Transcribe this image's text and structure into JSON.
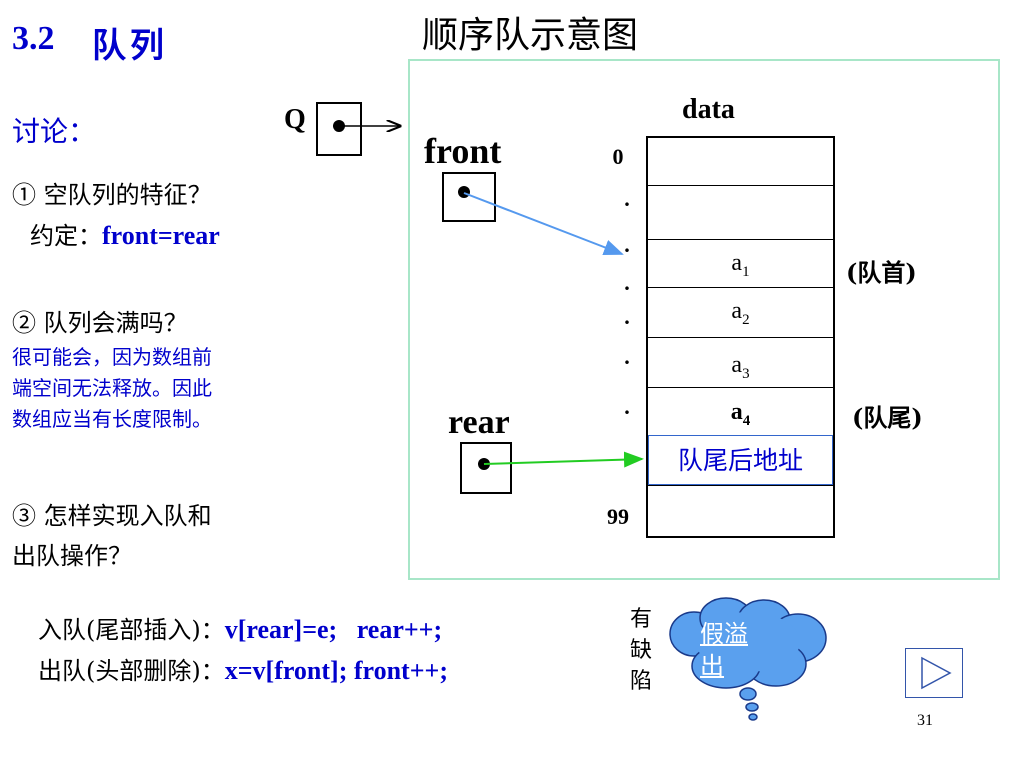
{
  "slide": {
    "section_number": "3.2",
    "section_title": "队列",
    "diagram_title": "顺序队示意图",
    "page_number": "31"
  },
  "discussion": {
    "heading": "讨论：",
    "q1": "① 空队列的特征？",
    "q1_convention_label": "约定：",
    "q1_convention_value": "front=rear",
    "q2": "② 队列会满吗？",
    "q2_answer_line1": "很可能会，因为数组前",
    "q2_answer_line2": "端空间无法释放。因此",
    "q2_answer_line3": "数组应当有长度限制。",
    "q3_line1": "③ 怎样实现入队和",
    "q3_line2": "出队操作？"
  },
  "diagram": {
    "q_label": "Q",
    "front_label": "front",
    "rear_label": "rear",
    "data_label": "data",
    "index_start": "0",
    "index_end": "99",
    "cells": [
      {
        "base": "",
        "sub": ""
      },
      {
        "base": "",
        "sub": ""
      },
      {
        "base": "a",
        "sub": "1"
      },
      {
        "base": "a",
        "sub": "2"
      },
      {
        "base": "a",
        "sub": "3"
      },
      {
        "base": "a",
        "sub": "4"
      },
      {
        "base": "队尾后地址",
        "sub": ""
      },
      {
        "base": "",
        "sub": ""
      }
    ],
    "head_note": "(队首)",
    "tail_note": "(队尾)",
    "dots": [
      ".",
      ".",
      ".",
      ".",
      ".",
      ".",
      "."
    ]
  },
  "operations": {
    "enqueue_label": "入队(尾部插入)：",
    "enqueue_code": "v[rear]=e;   rear++;",
    "dequeue_label": "出队(头部删除)：",
    "dequeue_code": "x=v[front]; front++;",
    "defect_char1": "有",
    "defect_char2": "缺",
    "defect_char3": "陷",
    "cloud_text": "假溢出"
  },
  "colors": {
    "frame_border": "#a8e6c8",
    "front_arrow": "#5599ee",
    "rear_arrow": "#22cc22",
    "cloud_fill": "#5aa0ee",
    "play_button": "#3355aa"
  }
}
